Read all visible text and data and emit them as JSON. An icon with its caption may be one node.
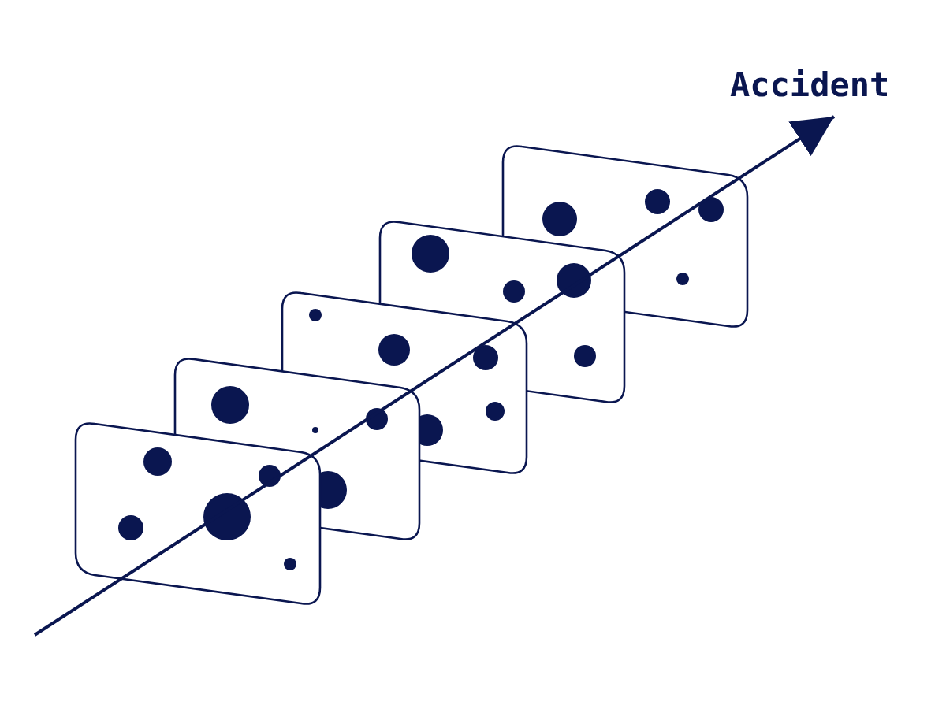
{
  "diagram": {
    "nodes": [
      {
        "text": [],
        "shape": "box"
      },
      {
        "text": [],
        "shape": "box"
      },
      {
        "text": [],
        "shape": "box"
      },
      {
        "text": [],
        "shape": "box"
      },
      {
        "text": [],
        "shape": "box"
      },
      {
        "text": [
          "Accident"
        ]
      }
    ],
    "edges": [
      {
        "from": null,
        "to": 5,
        "arrow": "to"
      }
    ]
  }
}
